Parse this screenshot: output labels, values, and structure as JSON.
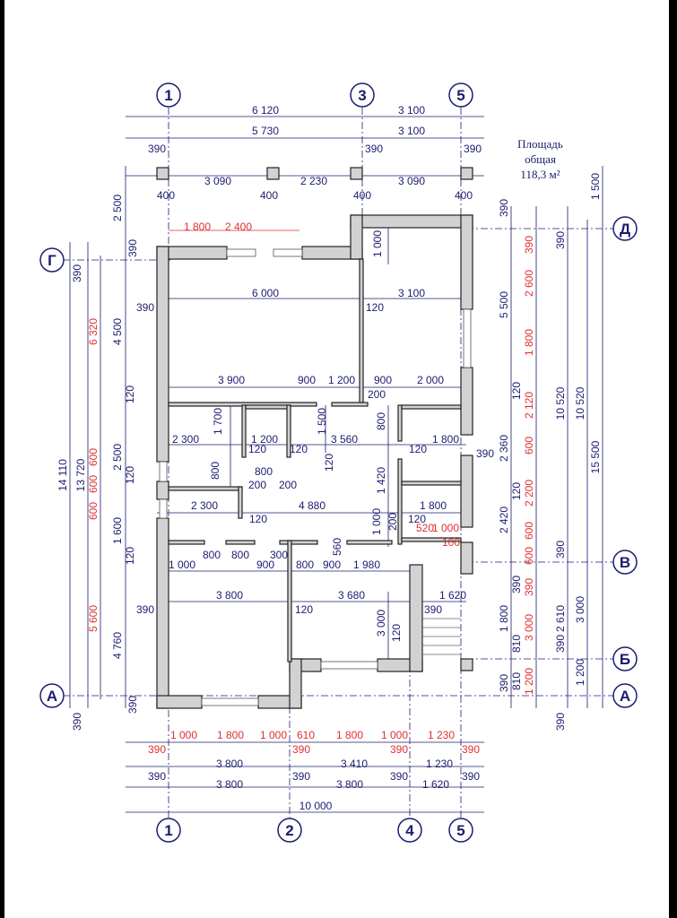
{
  "area": {
    "title_line1": "Площадь",
    "title_line2": "общая",
    "value": "118,3 м²"
  },
  "axes": {
    "top": [
      "1",
      "3",
      "5"
    ],
    "bottom": [
      "1",
      "2",
      "4",
      "5"
    ],
    "left": [
      "Г",
      "А"
    ],
    "right": [
      "Д",
      "В",
      "Б",
      "А"
    ]
  },
  "dims_top": {
    "row1": [
      "6 120",
      "3 100"
    ],
    "row2": [
      "390",
      "5 730",
      "390",
      "3 100",
      "390"
    ],
    "row3": [
      "400",
      "3 090",
      "400",
      "2 230",
      "400",
      "3 090",
      "400"
    ]
  },
  "dims_bottom": {
    "red": [
      "1 000",
      "1 800",
      "1 000",
      "610",
      "1 800",
      "1 000",
      "1 230"
    ],
    "red_wall": [
      "390",
      "390",
      "390",
      "390"
    ],
    "row2": [
      "390",
      "3 800",
      "390",
      "3 410",
      "390",
      "1 230",
      "390"
    ],
    "row3": [
      "3 800",
      "3 800",
      "1 620"
    ],
    "total": "10 000"
  },
  "dims_left": {
    "outer": [
      "14 110",
      "13 720"
    ],
    "red": [
      "6 320",
      "600",
      "600",
      "600",
      "5 600"
    ],
    "inner": [
      "2 500",
      "390",
      "390",
      "4 500",
      "120",
      "2 500",
      "120",
      "1 600",
      "120",
      "4 760",
      "390",
      "390"
    ]
  },
  "dims_right": {
    "red": [
      "390",
      "2 600",
      "1 800",
      "2 120",
      "600",
      "2 200",
      "600",
      "600",
      "390",
      "3 000",
      "1 200"
    ],
    "blue": [
      "390",
      "5 500",
      "120",
      "2 360",
      "120",
      "2 420",
      "390",
      "1 800",
      "810",
      "390",
      "810"
    ],
    "outer": [
      "1 500",
      "390",
      "10 520",
      "10 520",
      "15 500",
      "390",
      "2 610",
      "3 000",
      "390",
      "1 200",
      "390"
    ]
  },
  "dims_interior": [
    "1 800",
    "2 400",
    "6 000",
    "3 100",
    "1 000",
    "120",
    "390",
    "3 900",
    "900",
    "1 200",
    "900",
    "2 000",
    "200",
    "1 700",
    "1 500",
    "800",
    "2 300",
    "1 200",
    "120",
    "120",
    "3 560",
    "1 800",
    "800",
    "120",
    "800",
    "200",
    "200",
    "1 420",
    "4 880",
    "2 300",
    "120",
    "1 000",
    "200",
    "120",
    "1 800",
    "520",
    "1 000",
    "100",
    "560",
    "300",
    "800",
    "800",
    "1 000",
    "900",
    "800",
    "900",
    "1 980",
    "3 800",
    "3 680",
    "1 620",
    "120",
    "390",
    "3 000",
    "120",
    "390",
    "120",
    "390"
  ],
  "colors": {
    "blue": "#1c1c70",
    "red": "#e03030",
    "wall": "#d2d2d2"
  }
}
